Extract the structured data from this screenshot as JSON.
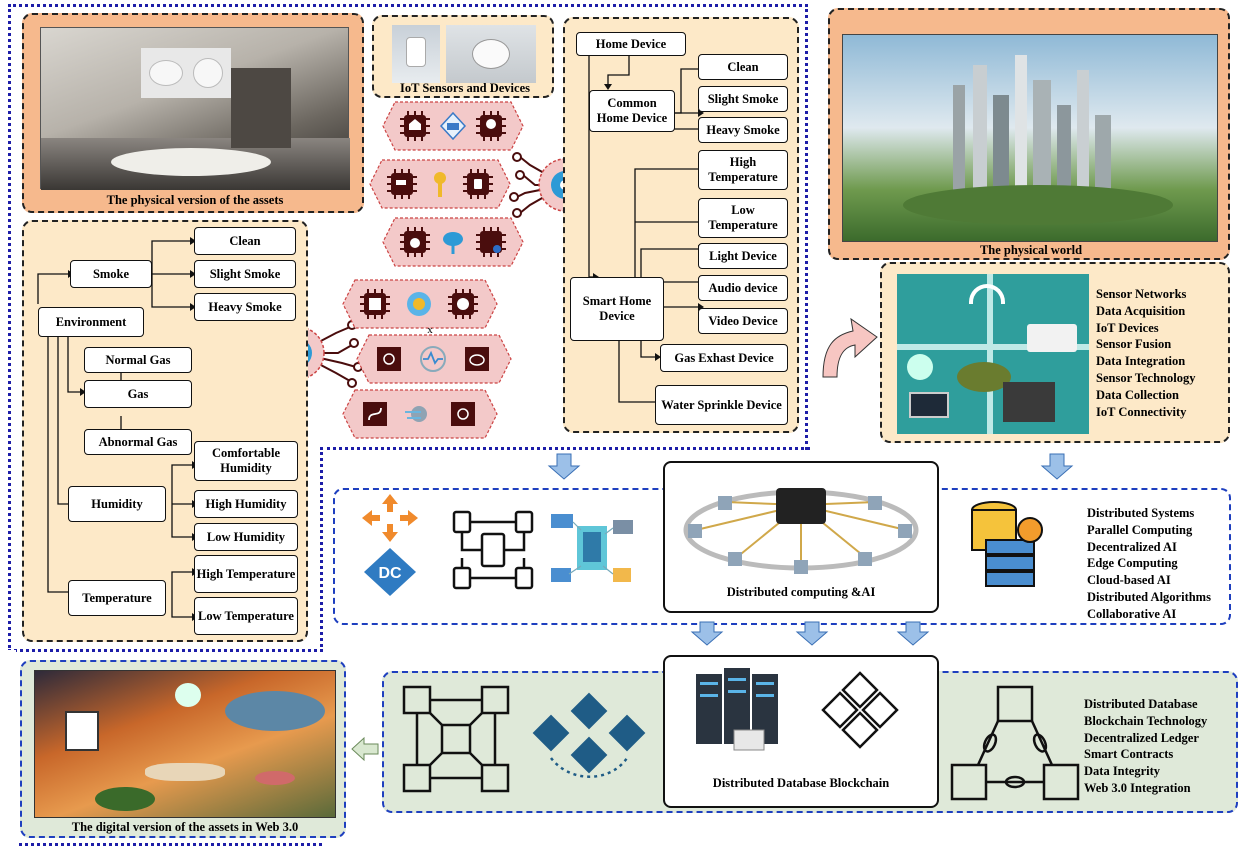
{
  "captions": {
    "physical_assets": "The physical version of the assets",
    "iot_sensors": "IoT Sensors and Devices",
    "physical_world": "The physical world",
    "distributed_ai": "Distributed computing &AI",
    "distributed_db": "Distributed Database Blockchain",
    "digital_assets": "The digital version of the assets in Web 3.0"
  },
  "environment_tree": {
    "root": "Environment",
    "smoke": {
      "label": "Smoke",
      "children": [
        "Clean",
        "Slight Smoke",
        "Heavy Smoke"
      ]
    },
    "gas": {
      "label": "Gas",
      "children": [
        "Normal Gas",
        "Abnormal Gas"
      ]
    },
    "humidity": {
      "label": "Humidity",
      "children": [
        "Comfortable Humidity",
        "High Humidity",
        "Low Humidity"
      ]
    },
    "temperature": {
      "label": "Temperature",
      "children": [
        "High Temperature",
        "Low Temperature"
      ]
    }
  },
  "device_tree": {
    "root": "Home Device",
    "common": {
      "label": "Common Home Device",
      "children": [
        "Clean",
        "Slight Smoke",
        "Heavy Smoke"
      ]
    },
    "smart": {
      "label": "Smart Home Device",
      "children": [
        "High Temperature",
        "Low Temperature",
        "Light Device",
        "Audio device",
        "Video Device",
        "Gas Exhast Device",
        "Water Sprinkle Device"
      ]
    }
  },
  "sensor_list": [
    "Sensor Networks",
    "Data Acquisition",
    "IoT Devices",
    "Sensor Fusion",
    "Data Integration",
    "Sensor Technology",
    "Data Collection",
    "IoT Connectivity"
  ],
  "computing_list": [
    "Distributed Systems",
    "Parallel Computing",
    "Decentralized AI",
    "Edge Computing",
    "Cloud-based AI",
    "Distributed Algorithms",
    "Collaborative AI"
  ],
  "blockchain_list": [
    "Distributed Database",
    "Blockchain Technology",
    "Decentralized Ledger",
    "Smart Contracts",
    "Data Integrity",
    "Web 3.0 Integration"
  ],
  "icon_labels": {
    "dc": "DC",
    "x_mark": "x"
  },
  "colors": {
    "blue_dotted": "#1d1da8",
    "cream": "#fde9c8",
    "orange": "#f6b98d",
    "green": "#dfe9d9",
    "hex_pink": "#f3c9c9",
    "arrow_blue": "#9cc0e8"
  }
}
